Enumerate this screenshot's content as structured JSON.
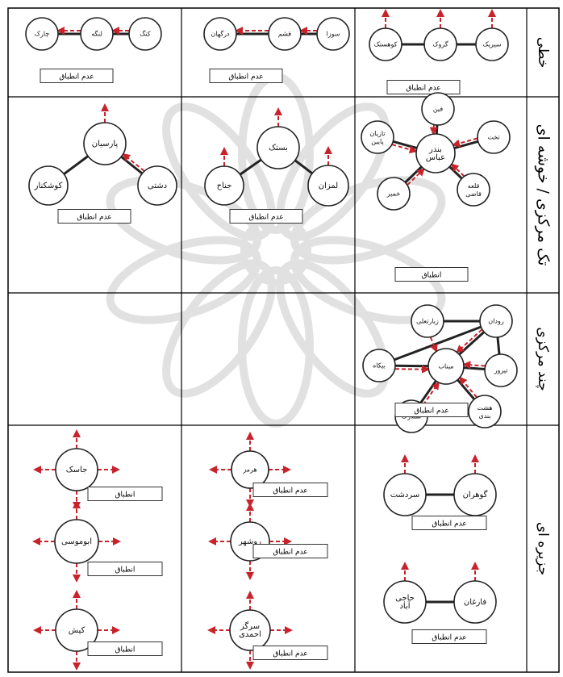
{
  "row_headers": [
    "خطی",
    "تک مرکزی / خوشه ای",
    "چند مرکزی",
    "جزیره ای"
  ],
  "cells": [
    {
      "row": 0,
      "col": 2,
      "nodes": [
        {
          "id": "kang",
          "label": "کنگ"
        },
        {
          "id": "lengeh",
          "label": "لنگه"
        },
        {
          "id": "chark",
          "label": "چارک"
        }
      ],
      "edges": [
        [
          "kang",
          "lengeh"
        ],
        [
          "lengeh",
          "chark"
        ]
      ],
      "outflows": [
        {
          "from": "kang",
          "to": "lengeh"
        },
        {
          "from": "lengeh",
          "to": "chark"
        }
      ],
      "status_label": "عدم انطباق"
    },
    {
      "row": 0,
      "col": 1,
      "nodes": [
        {
          "id": "suza",
          "label": "سوزا"
        },
        {
          "id": "qeshm",
          "label": "قشم"
        },
        {
          "id": "dargahan",
          "label": "درگهان"
        }
      ],
      "edges": [
        [
          "suza",
          "qeshm"
        ],
        [
          "qeshm",
          "dargahan"
        ]
      ],
      "outflows": [
        {
          "from": "suza",
          "to": "qeshm"
        },
        {
          "from": "qeshm",
          "to": "dargahan"
        }
      ],
      "status_label": "عدم انطباق"
    },
    {
      "row": 0,
      "col": 0,
      "nodes": [
        {
          "id": "sirik",
          "label": "سیریک"
        },
        {
          "id": "gurk",
          "label": "گروک"
        },
        {
          "id": "kuhestak",
          "label": "کوهستک"
        }
      ],
      "edges": [
        [
          "sirik",
          "gurk"
        ],
        [
          "gurk",
          "kuhestak"
        ]
      ],
      "outflows": [
        {
          "from": "sirik",
          "to": "up"
        },
        {
          "from": "gurk",
          "to": "up"
        },
        {
          "from": "kuhestak",
          "to": "up"
        }
      ],
      "status_label": "عدم انطباق"
    },
    {
      "row": 1,
      "col": 2,
      "nodes": [
        {
          "id": "parsian",
          "label": "پارسیان"
        },
        {
          "id": "kushkenar",
          "label": "کوشکنار"
        },
        {
          "id": "dashti",
          "label": "دشتی"
        }
      ],
      "edges": [
        [
          "parsian",
          "kushkenar"
        ],
        [
          "parsian",
          "dashti"
        ]
      ],
      "outflows": [
        {
          "from": "parsian",
          "to": "up"
        },
        {
          "from": "dashti",
          "to": "parsian"
        }
      ],
      "status_label": "عدم انطباق"
    },
    {
      "row": 1,
      "col": 1,
      "nodes": [
        {
          "id": "bastak",
          "label": "بستک"
        },
        {
          "id": "jenah",
          "label": "جناح"
        },
        {
          "id": "lamzan",
          "label": "لمزان"
        }
      ],
      "edges": [
        [
          "bastak",
          "jenah"
        ],
        [
          "bastak",
          "lamzan"
        ]
      ],
      "outflows": [
        {
          "from": "bastak",
          "to": "up"
        },
        {
          "from": "jenah",
          "to": "up"
        },
        {
          "from": "lamzan",
          "to": "up"
        }
      ],
      "status_label": "عدم انطباق"
    },
    {
      "row": 1,
      "col": 0,
      "nodes": [
        {
          "id": "bandar",
          "label": "بندر عباس"
        },
        {
          "id": "fin",
          "label": "فین"
        },
        {
          "id": "takht",
          "label": "تخت"
        },
        {
          "id": "qaleh",
          "label": "قلعه قاضی"
        },
        {
          "id": "khamir",
          "label": "خمیر"
        },
        {
          "id": "taziyan",
          "label": "تازیان پایین"
        }
      ],
      "edges": [
        [
          "bandar",
          "fin"
        ],
        [
          "bandar",
          "takht"
        ],
        [
          "bandar",
          "qaleh"
        ],
        [
          "bandar",
          "khamir"
        ],
        [
          "bandar",
          "taziyan"
        ]
      ],
      "outflows": [
        {
          "from": "fin",
          "to": "bandar"
        },
        {
          "from": "takht",
          "to": "bandar"
        },
        {
          "from": "qaleh",
          "to": "bandar"
        },
        {
          "from": "khamir",
          "to": "bandar"
        },
        {
          "from": "taziyan",
          "to": "bandar"
        }
      ],
      "status_label": "انطباق"
    },
    {
      "row": 2,
      "col": 0,
      "nodes": [
        {
          "id": "rudan",
          "label": "رودان"
        },
        {
          "id": "ziarat",
          "label": "زیارتعلی"
        },
        {
          "id": "minab",
          "label": "میناب"
        },
        {
          "id": "bikah",
          "label": "بیکاه"
        },
        {
          "id": "tiruor",
          "label": "تیرور"
        },
        {
          "id": "hashtbandi",
          "label": "هشت بندی"
        },
        {
          "id": "sandarak",
          "label": "سندرک"
        }
      ],
      "edges": [
        [
          "ziarat",
          "rudan"
        ],
        [
          "rudan",
          "minab"
        ],
        [
          "rudan",
          "bikah"
        ],
        [
          "rudan",
          "tiruor"
        ],
        [
          "minab",
          "bikah"
        ],
        [
          "minab",
          "tiruor"
        ],
        [
          "minab",
          "hashtbandi"
        ],
        [
          "minab",
          "sandarak"
        ]
      ],
      "outflows": [
        {
          "from": "ziarat",
          "to": "minab"
        },
        {
          "from": "rudan",
          "to": "minab"
        },
        {
          "from": "bikah",
          "to": "minab"
        },
        {
          "from": "tiruor",
          "to": "minab"
        },
        {
          "from": "hashtbandi",
          "to": "minab"
        },
        {
          "from": "sandarak",
          "to": "minab"
        }
      ],
      "status_label": "عدم انطباق"
    },
    {
      "row": 3,
      "col": 0,
      "groups": [
        {
          "nodes": [
            {
              "id": "gowharan",
              "label": "گوهران"
            },
            {
              "id": "sardasht",
              "label": "سردشت"
            }
          ],
          "edges": [
            [
              "gowharan",
              "sardasht"
            ]
          ],
          "outflows": [
            {
              "from": "gowharan",
              "to": "up"
            },
            {
              "from": "sardasht",
              "to": "up"
            }
          ],
          "status_label": "عدم انطباق"
        },
        {
          "nodes": [
            {
              "id": "farghan",
              "label": "فارغان"
            },
            {
              "id": "hajiabad",
              "label": "حاجی آباد"
            }
          ],
          "edges": [
            [
              "farghan",
              "hajiabad"
            ]
          ],
          "outflows": [
            {
              "from": "farghan",
              "to": "up"
            },
            {
              "from": "hajiabad",
              "to": "up"
            }
          ],
          "status_label": "عدم انطباق"
        }
      ]
    },
    {
      "row": 3,
      "col": 1,
      "groups": [
        {
          "nodes": [
            {
              "id": "hormoz",
              "label": "هرمز"
            }
          ],
          "edges": [],
          "outflows": [
            {
              "from": "hormoz",
              "to": "all"
            }
          ],
          "status_label": "عدم انطباق"
        },
        {
          "nodes": [
            {
              "id": "rowshahr",
              "label": "روشهر"
            }
          ],
          "edges": [],
          "outflows": [
            {
              "from": "rowshahr",
              "to": "all"
            }
          ],
          "status_label": "عدم انطباق"
        },
        {
          "nodes": [
            {
              "id": "sargaz",
              "label": "سرگز احمدی"
            }
          ],
          "edges": [],
          "outflows": [
            {
              "from": "sargaz",
              "to": "all"
            }
          ],
          "status_label": "عدم انطباق"
        }
      ]
    },
    {
      "row": 3,
      "col": 2,
      "groups": [
        {
          "nodes": [
            {
              "id": "jask",
              "label": "جاسک"
            }
          ],
          "edges": [],
          "outflows": [
            {
              "from": "jask",
              "to": "all"
            }
          ],
          "status_label": "انطباق"
        },
        {
          "nodes": [
            {
              "id": "abumusa",
              "label": "ابوموسی"
            }
          ],
          "edges": [],
          "outflows": [
            {
              "from": "abumusa",
              "to": "all"
            }
          ],
          "status_label": "انطباق"
        },
        {
          "nodes": [
            {
              "id": "kish",
              "label": "کیش"
            }
          ],
          "edges": [],
          "outflows": [
            {
              "from": "kish",
              "to": "all"
            }
          ],
          "status_label": "انطباق"
        }
      ]
    }
  ],
  "colors": {
    "line": "#222222",
    "flow": "#c8232a",
    "watermark": "#c9c9c9"
  }
}
